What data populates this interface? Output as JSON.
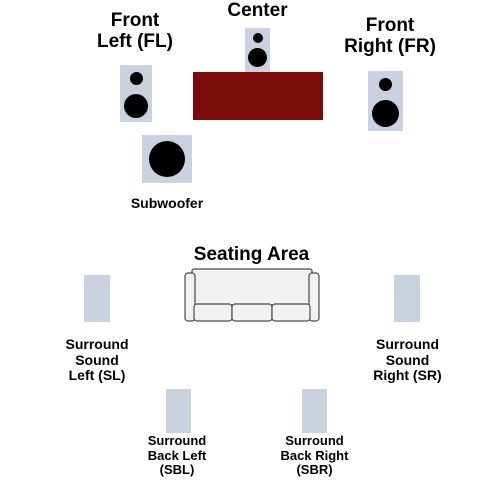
{
  "colors": {
    "speaker": "#c9d2de",
    "tv": "#7b0b0b",
    "couch_fill": "#f2f2f2",
    "couch_stroke": "#4a4a4a",
    "driver": "#000000"
  },
  "speakers": {
    "center": {
      "label": "Center"
    },
    "front_left": {
      "line1": "Front",
      "line2": "Left (FL)"
    },
    "front_right": {
      "line1": "Front",
      "line2": "Right (FR)"
    },
    "subwoofer": {
      "label": "Subwoofer"
    },
    "surround_left": {
      "line1": "Surround",
      "line2": "Sound",
      "line3": "Left (SL)"
    },
    "surround_right": {
      "line1": "Surround",
      "line2": "Sound",
      "line3": "Right (SR)"
    },
    "surround_back_left": {
      "line1": "Surround",
      "line2": "Back Left",
      "line3": "(SBL)"
    },
    "surround_back_right": {
      "line1": "Surround",
      "line2": "Back Right",
      "line3": "(SBR)"
    }
  },
  "seating": {
    "label": "Seating Area"
  }
}
